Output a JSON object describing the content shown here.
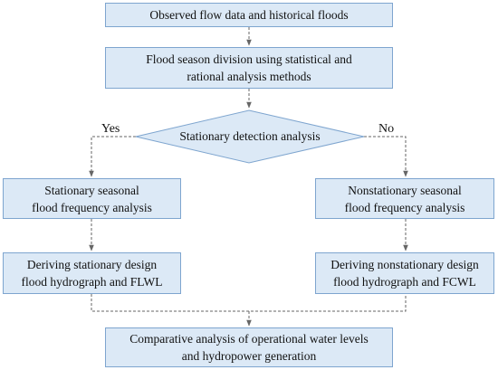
{
  "nodes": {
    "observed": {
      "line1": "Observed flow data and historical floods"
    },
    "division": {
      "line1": "Flood season division using statistical and",
      "line2": "rational analysis methods"
    },
    "detection": {
      "line1": "Stationary detection analysis"
    },
    "stationary_freq": {
      "line1": "Stationary seasonal",
      "line2": "flood frequency analysis"
    },
    "nonstationary_freq": {
      "line1": "Nonstationary seasonal",
      "line2": "flood frequency analysis"
    },
    "stationary_design": {
      "line1": "Deriving stationary design",
      "line2": "flood hydrograph and FLWL"
    },
    "nonstationary_design": {
      "line1": "Deriving nonstationary design",
      "line2": "flood hydrograph and FCWL"
    },
    "comparative": {
      "line1": "Comparative analysis of operational water levels",
      "line2": "and hydropower generation"
    }
  },
  "edges": {
    "yes_label": "Yes",
    "no_label": "No"
  },
  "colors": {
    "box_fill": "#dce9f6",
    "box_border": "#7ea5cf",
    "connector": "#666666"
  }
}
